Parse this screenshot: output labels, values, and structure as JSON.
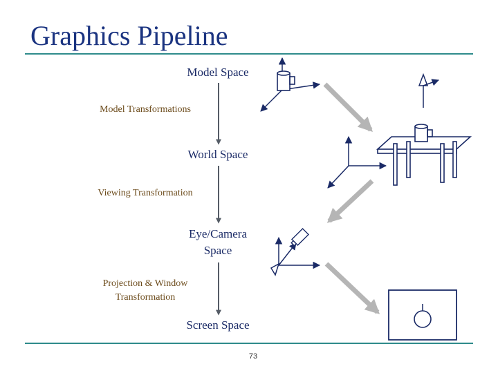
{
  "slide": {
    "title": "Graphics Pipeline",
    "page_number": "73",
    "accent_color": "#2e8b8b",
    "title_color": "#1a3380"
  },
  "pipeline": {
    "spaces": [
      "Model Space",
      "World Space",
      "Eye/Camera",
      "Space",
      "Screen Space"
    ],
    "transformations": [
      "Model Transformations",
      "Viewing Transformation",
      "Projection & Window",
      "Transformation"
    ]
  },
  "icons": [
    "coordinate-axes-icon",
    "mug-icon",
    "table-icon",
    "camera-icon",
    "screen-icon",
    "up-vector-icon"
  ]
}
